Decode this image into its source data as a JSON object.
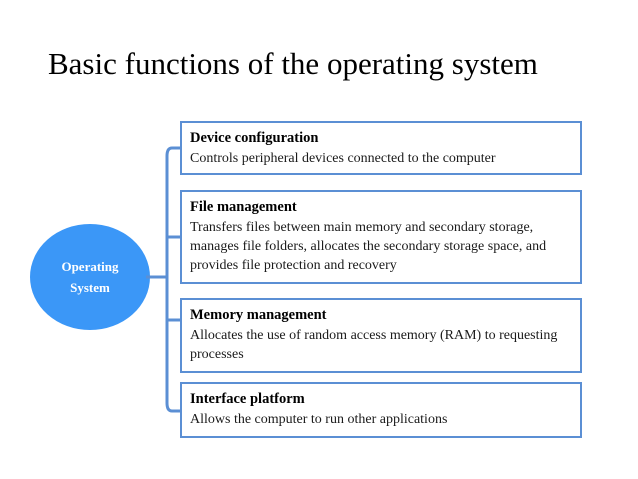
{
  "slide": {
    "title": "Basic functions of the operating system",
    "background_color": "#ffffff"
  },
  "root_node": {
    "name": "operating-system-node",
    "line1": "Operating",
    "line2": "System",
    "fill_color": "#3b97f7",
    "text_color": "#ffffff",
    "shape": "circle"
  },
  "connector": {
    "color": "#5b8fd4",
    "style": "rounded-bracket"
  },
  "functions": [
    {
      "id": "device-configuration",
      "title": "Device configuration",
      "description": "Controls peripheral devices connected to the computer",
      "border_color": "#5b8fd4"
    },
    {
      "id": "file-management",
      "title": "File management",
      "description": "Transfers files between main memory and secondary storage, manages file folders, allocates the secondary storage space, and provides file protection and recovery",
      "border_color": "#5b8fd4"
    },
    {
      "id": "memory-management",
      "title": "Memory management",
      "description": "Allocates the use of random access memory (RAM) to requesting processes",
      "border_color": "#5b8fd4"
    },
    {
      "id": "interface-platform",
      "title": "Interface platform",
      "description": "Allows the computer to run other applications",
      "border_color": "#5b8fd4"
    }
  ]
}
